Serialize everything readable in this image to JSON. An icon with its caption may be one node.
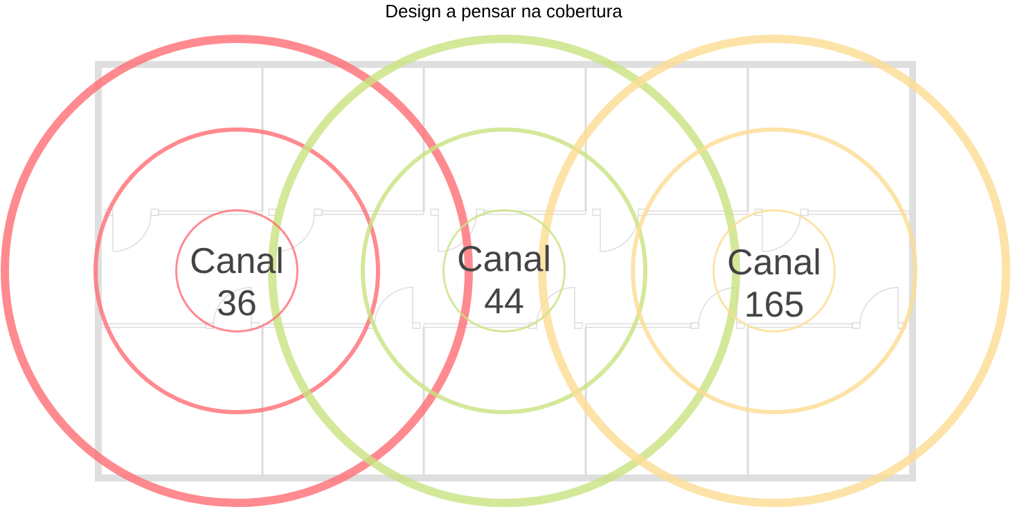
{
  "diagram": {
    "title": "Design a pensar na cobertura",
    "nodes": [
      {
        "text": [
          "Canal 36"
        ]
      },
      {
        "text": [
          "Canal 44"
        ]
      },
      {
        "text": [
          "Canal 165"
        ]
      }
    ]
  }
}
